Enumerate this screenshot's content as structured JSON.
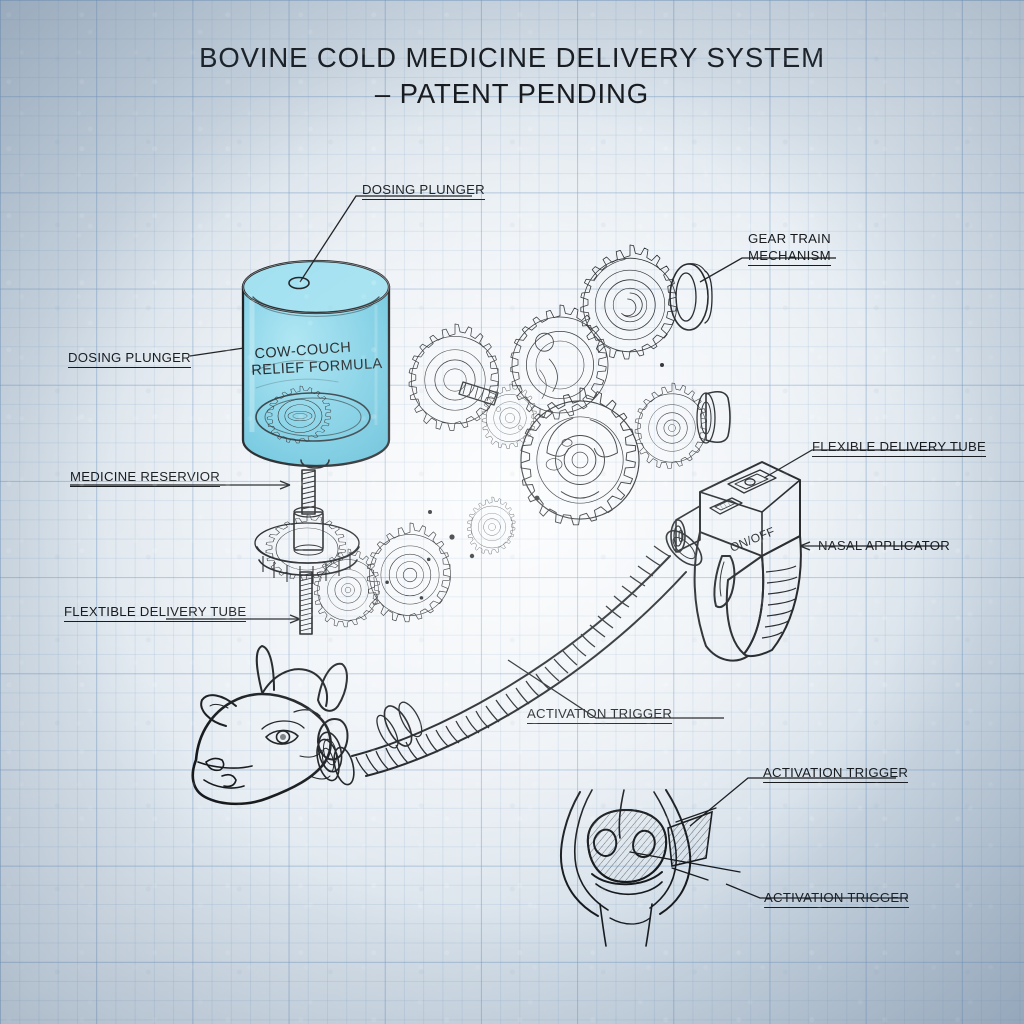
{
  "document": {
    "type": "patent-drawing",
    "title_line1": "BOVINE COLD MEDICINE DELIVERY SYSTEM",
    "title_line2": "– PATENT PENDING"
  },
  "colors": {
    "ink": "#16191c",
    "paper": "#e2eaf1",
    "grid_line": "#789cc4",
    "reservoir_fill": "#7fd4e8",
    "reservoir_stroke": "#16191c"
  },
  "callouts": [
    {
      "id": "dosing-plunger-top",
      "text": "DOSING PLUNGER",
      "underline": true
    },
    {
      "id": "gear-train",
      "line1": "GEAR TRAIN",
      "line2": "MECHANISM",
      "underline": true
    },
    {
      "id": "dosing-plunger-left",
      "text": "DOSING PLUNGER",
      "underline": true
    },
    {
      "id": "medicine-reservoir",
      "text": "MEDICINE RESERVIOR",
      "underline": true
    },
    {
      "id": "flextible-tube-left",
      "text": "FLEXTIBLE DELIVERY TUBE",
      "underline": true
    },
    {
      "id": "flexible-tube-right",
      "text": "FLEXIBLE DELIVERY TUBE",
      "underline": true
    },
    {
      "id": "nasal-applicator",
      "text": "NASAL APPLICATOR",
      "underline": false
    },
    {
      "id": "activation-trigger-1",
      "text": "ACTIVATION TRIGGER",
      "underline": true
    },
    {
      "id": "activation-trigger-2",
      "text": "ACTIVATION TRIGGER",
      "underline": true
    },
    {
      "id": "activation-trigger-3",
      "text": "ACTIVATION TRIGGER",
      "underline": true
    }
  ],
  "reservoir": {
    "brand_line1": "COW-COUCH",
    "brand_line2": "RELIEF FORMULA"
  },
  "applicator": {
    "switch_label": "ON/OFF"
  },
  "figures": [
    {
      "name": "medicine-reservoir-cylinder"
    },
    {
      "name": "gear-train-cluster"
    },
    {
      "name": "threaded-drive-shaft"
    },
    {
      "name": "flexible-corrugated-tube"
    },
    {
      "name": "nasal-applicator-gun"
    },
    {
      "name": "cow-head"
    },
    {
      "name": "nose-cross-section"
    }
  ]
}
